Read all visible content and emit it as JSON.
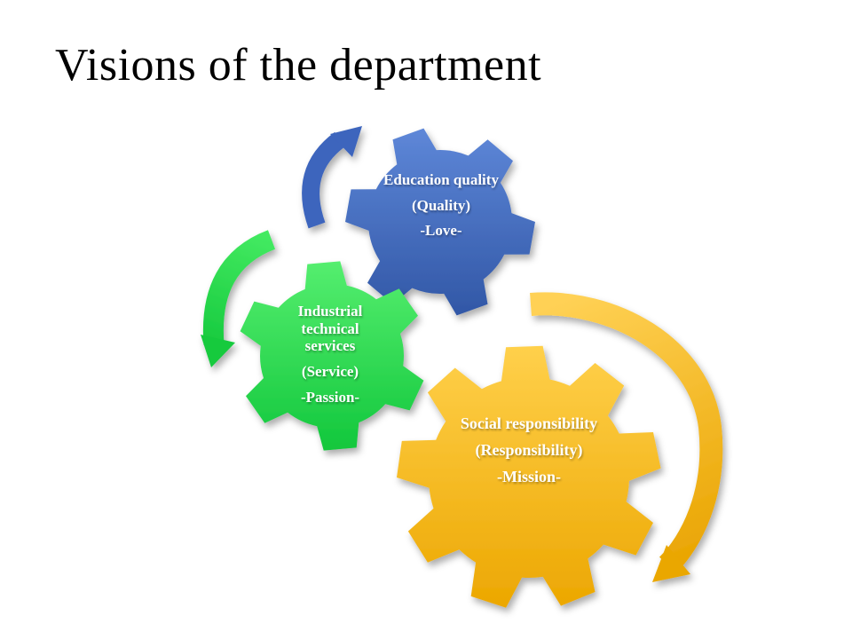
{
  "slide": {
    "title": "Visions of the department"
  },
  "gears": {
    "education": {
      "name": "Education quality",
      "value": "(Quality)",
      "motto": "-Love-"
    },
    "services": {
      "name": "Industrial technical services",
      "value": "(Service)",
      "motto": "-Passion-"
    },
    "social": {
      "name": "Social responsibility",
      "value": "(Responsibility)",
      "motto": "-Mission-"
    }
  },
  "colors": {
    "background": "#ffffff",
    "title_text": "#000000",
    "label_text": "#ffffff",
    "blue_top": "#5e87d8",
    "blue_bottom": "#3157a6",
    "blue_arrow": "#3d65bd",
    "green_top": "#55ee6f",
    "green_bottom": "#12c73c",
    "green_arrow_top": "#43ea61",
    "green_arrow_bottom": "#14c83c",
    "green_arrow_head": "#16ca3e",
    "yellow_top": "#ffd04b",
    "yellow_bottom": "#eca701",
    "yellow_arrow_top": "#ffd155",
    "yellow_arrow_bottom": "#e9a400",
    "yellow_arrow_head": "#eaa704"
  }
}
